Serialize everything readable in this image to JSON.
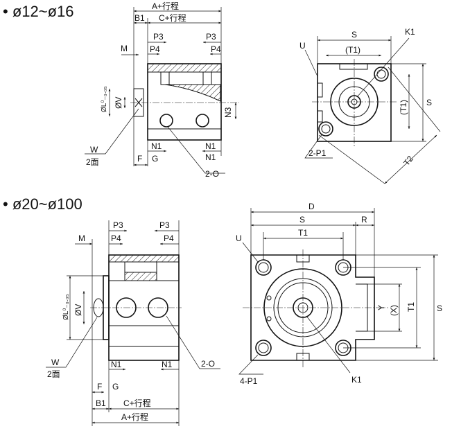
{
  "sections": [
    {
      "title": "• ø12~ø16",
      "side": {
        "A": "A+行程",
        "B1": "B1",
        "C": "C+行程",
        "P3a": "P3",
        "P3b": "P3",
        "P4a": "P4",
        "P4b": "P4",
        "M": "M",
        "L": "ØL⁰₋₀.₀₅",
        "V": "ØV",
        "N3": "N3",
        "W": "W",
        "face": "2面",
        "F": "F",
        "G": "G",
        "N1a": "N1",
        "N1b": "N1",
        "N1c": "N1",
        "O": "2-O"
      },
      "front": {
        "S": "S",
        "T1": "(T1)",
        "K1": "K1",
        "U": "U",
        "S2": "S",
        "T1v": "(T1)",
        "T2": "T2",
        "P1": "2-P1"
      }
    },
    {
      "title": "• ø20~ø100",
      "side": {
        "P3a": "P3",
        "P3b": "P3",
        "P4a": "P4",
        "P4b": "P4",
        "M": "M",
        "L": "ØL⁰₋₀.₀₅",
        "V": "ØV",
        "W": "W",
        "face": "2面",
        "N1a": "N1",
        "N1b": "N1",
        "O": "2-O",
        "F": "F",
        "G": "G",
        "B1": "B1",
        "C": "C+行程",
        "A": "A+行程"
      },
      "front": {
        "D": "D",
        "S": "S",
        "R": "R",
        "T1": "T1",
        "U": "U",
        "Y": "Y",
        "X": "(X)",
        "T1v": "T1",
        "S2": "S",
        "P1": "4-P1",
        "K1": "K1"
      }
    }
  ]
}
